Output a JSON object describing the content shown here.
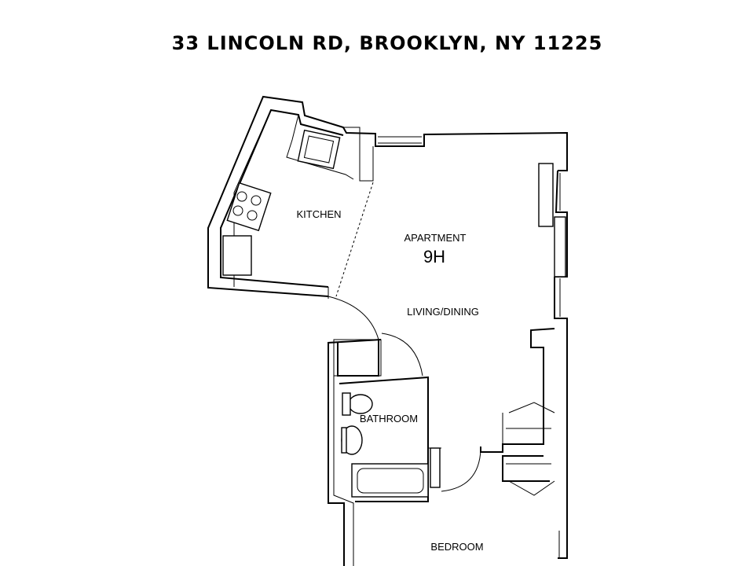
{
  "header": {
    "address": "33 LINCOLN RD, BROOKLYN, NY 11225"
  },
  "unit": {
    "label": "APARTMENT",
    "number": "9H"
  },
  "rooms": {
    "kitchen": "KITCHEN",
    "living": "LIVING/DINING",
    "bathroom": "BATHROOM",
    "bedroom": "BEDROOM"
  }
}
